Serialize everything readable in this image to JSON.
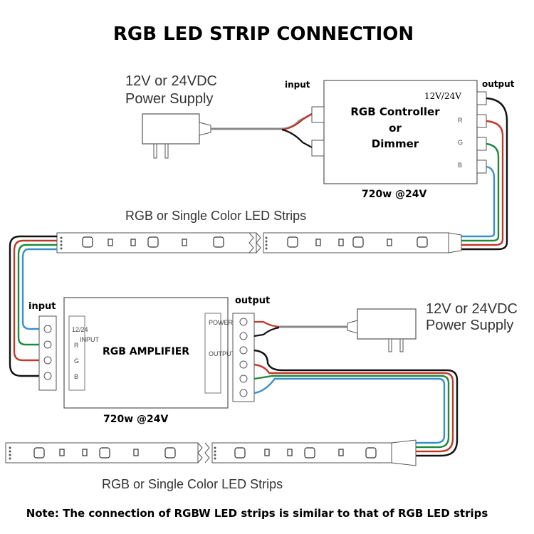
{
  "title": "RGB LED STRIP CONNECTION",
  "power_supply_top": {
    "line1": "12V or 24VDC",
    "line2": "Power Supply"
  },
  "power_supply_bottom": {
    "line1": "12V or 24VDC",
    "line2": "Power Supply"
  },
  "controller": {
    "input_label": "input",
    "output_label": "output",
    "name_line1": "RGB Controller",
    "name_line2": "or",
    "name_line3": "Dimmer",
    "port_labels": [
      "12V/24V",
      "R",
      "G",
      "B"
    ],
    "rating": "720w @24V"
  },
  "strip_top_label": "RGB or Single Color LED Strips",
  "strip_bottom_label": "RGB or Single Color LED Strips",
  "amplifier": {
    "input_label": "input",
    "output_label": "output",
    "name": "RGB AMPLIFIER",
    "rating": "720w @24V",
    "input_block_text": "INPUT",
    "power_text": "POWER",
    "output_block_text": "OUTPUT"
  },
  "note": "Note: The connection of RGBW LED strips is similar to that of RGB LED strips",
  "wire_colors": {
    "black": "#111111",
    "red": "#c0392b",
    "green": "#1e8a3c",
    "blue": "#3b8fd0"
  }
}
